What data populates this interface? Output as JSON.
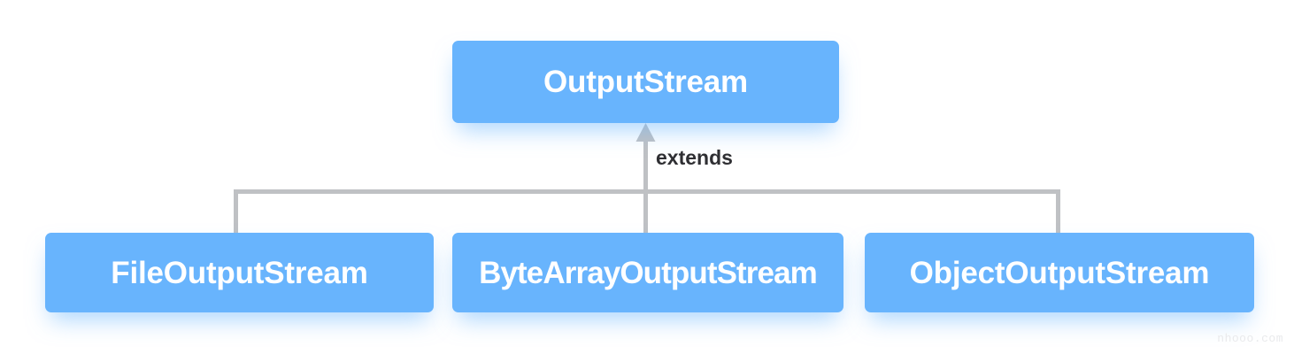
{
  "diagram": {
    "type": "uml-class-hierarchy",
    "relationship_label": "extends",
    "root": {
      "name": "OutputStream"
    },
    "subclasses": [
      {
        "name": "FileOutputStream"
      },
      {
        "name": "ByteArrayOutputStream"
      },
      {
        "name": "ObjectOutputStream"
      }
    ],
    "colors": {
      "box_fill": "#68b4fd",
      "box_text": "#ffffff",
      "connector": "#bfc1c4",
      "label_text": "#2f2f33",
      "background": "#ffffff",
      "watermark_text": "#e9eaec"
    }
  },
  "watermark": {
    "text": "nhooo.com"
  }
}
